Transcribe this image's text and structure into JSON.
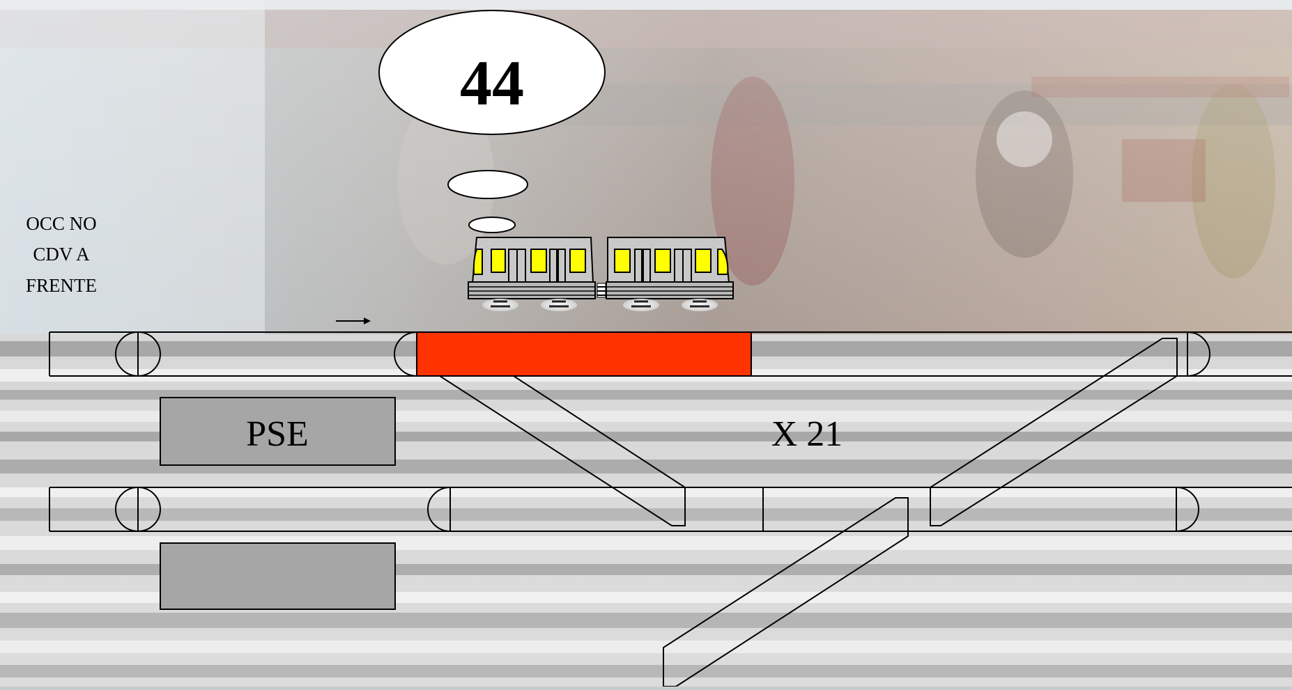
{
  "bubble": {
    "number": "44"
  },
  "side_label": {
    "line1": "OCC NO",
    "line2": "CDV  A",
    "line3": "FRENTE"
  },
  "panels": {
    "pse_label": "PSE"
  },
  "switch_label": "X 21",
  "colors": {
    "occupied_segment": "#ff3300",
    "panel_fill": "#a6a6a6",
    "train_body": "#c8c8c8",
    "train_window": "#ffff00",
    "track_line": "#000000"
  },
  "icons": {
    "train": "train-icon",
    "direction": "arrow-right-icon"
  }
}
